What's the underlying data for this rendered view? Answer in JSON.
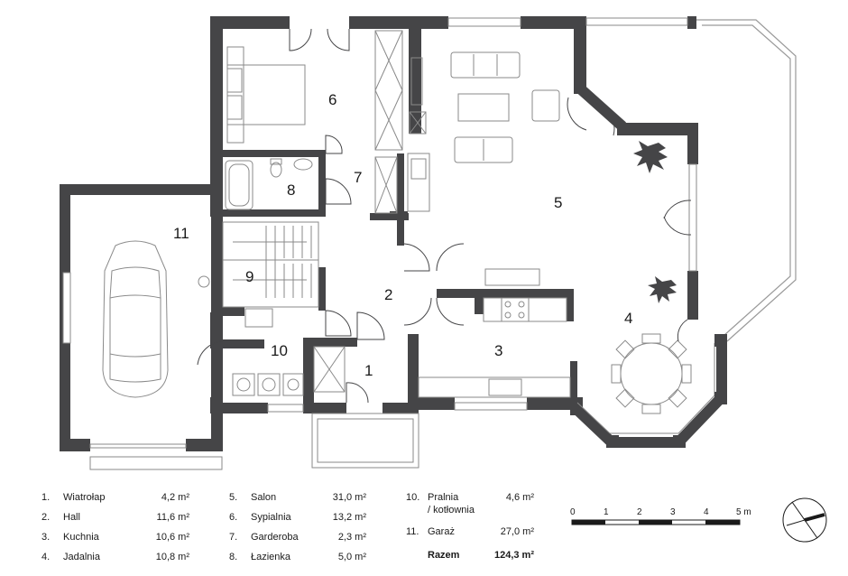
{
  "rooms": [
    {
      "id": "1",
      "label": "1"
    },
    {
      "id": "2",
      "label": "2"
    },
    {
      "id": "3",
      "label": "3"
    },
    {
      "id": "4",
      "label": "4"
    },
    {
      "id": "5",
      "label": "5"
    },
    {
      "id": "6",
      "label": "6"
    },
    {
      "id": "7",
      "label": "7"
    },
    {
      "id": "8",
      "label": "8"
    },
    {
      "id": "9",
      "label": "9"
    },
    {
      "id": "10",
      "label": "10"
    },
    {
      "id": "11",
      "label": "11"
    }
  ],
  "legend": {
    "col1": [
      {
        "num": "1.",
        "name": "Wiatrołap",
        "area": "4,2 m²"
      },
      {
        "num": "2.",
        "name": "Hall",
        "area": "11,6 m²"
      },
      {
        "num": "3.",
        "name": "Kuchnia",
        "area": "10,6 m²"
      },
      {
        "num": "4.",
        "name": "Jadalnia",
        "area": "10,8 m²"
      }
    ],
    "col2": [
      {
        "num": "5.",
        "name": "Salon",
        "area": "31,0 m²"
      },
      {
        "num": "6.",
        "name": "Sypialnia",
        "area": "13,2 m²"
      },
      {
        "num": "7.",
        "name": "Garderoba",
        "area": "2,3 m²"
      },
      {
        "num": "8.",
        "name": "Łazienka",
        "area": "5,0 m²"
      }
    ],
    "col3": [
      {
        "num": "10.",
        "name": "Pralnia",
        "name2": "/ kotłownia",
        "area": "4,6 m²"
      },
      {
        "num": "11.",
        "name": "Garaż",
        "area": "27,0 m²"
      }
    ],
    "total": {
      "name": "Razem",
      "area": "124,3 m²"
    }
  },
  "scale": {
    "ticks": [
      "0",
      "1",
      "2",
      "3",
      "4",
      "5 m"
    ]
  },
  "colors": {
    "wall": "#454547",
    "line": "#8a8a8a"
  }
}
